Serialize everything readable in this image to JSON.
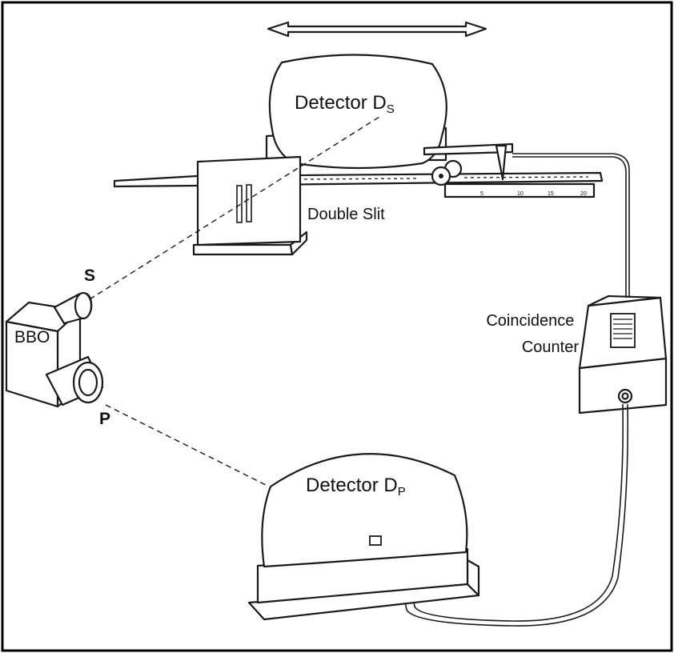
{
  "labels": {
    "detector_s_main": "Detector D",
    "detector_s_sub": "S",
    "detector_p_main": "Detector D",
    "detector_p_sub": "P",
    "double_slit": "Double Slit",
    "coincidence_line1": "Coincidence",
    "coincidence_line2": "Counter",
    "bbo": "BBO",
    "beam_s": "S",
    "beam_p": "P"
  },
  "rail_scale_ticks": [
    "5",
    "10",
    "15",
    "20"
  ],
  "colors": {
    "ink": "#1a1a1a",
    "paper": "#ffffff",
    "frame": "#000000"
  }
}
